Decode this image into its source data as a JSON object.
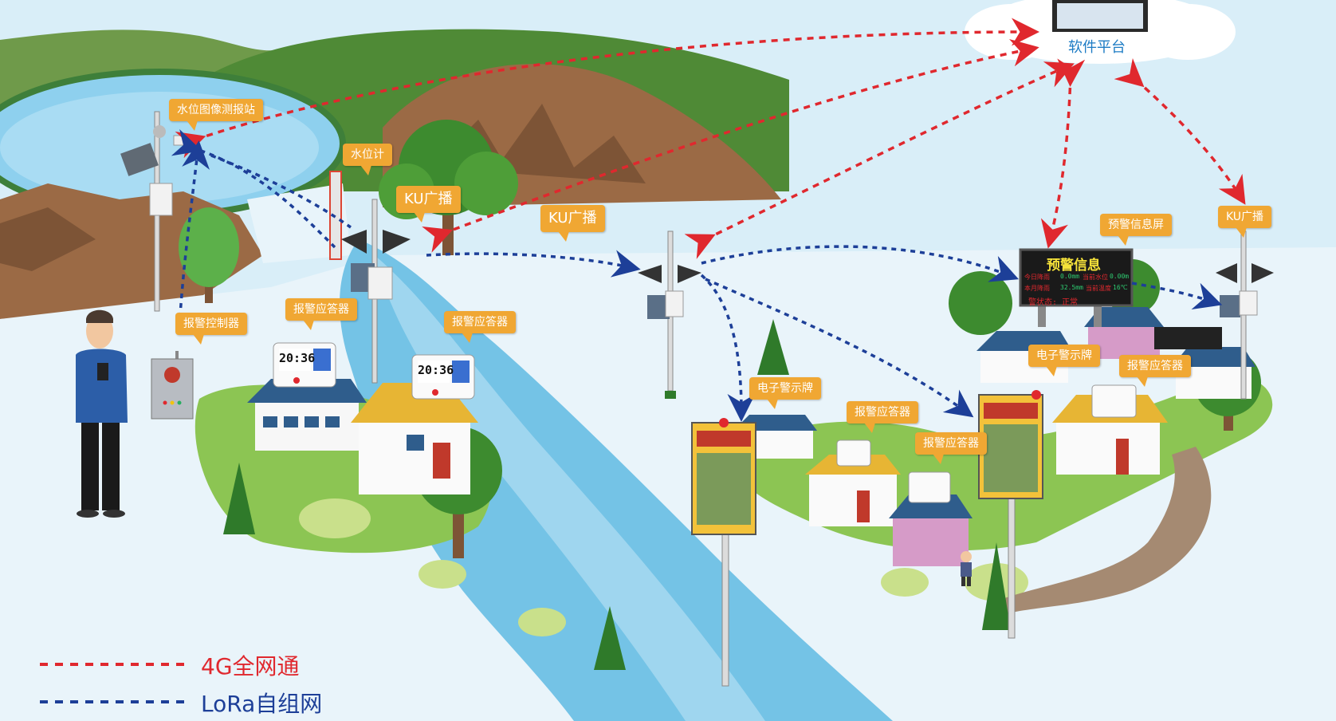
{
  "colors": {
    "sky": "#d9eef8",
    "water": "#74c3e6",
    "grass": "#6fb54a",
    "hill": "#5a8c3a",
    "earth": "#9a6a45",
    "callout": "#f0a733",
    "line_4g": "#e0282e",
    "line_lora": "#1d3f98"
  },
  "cloud": {
    "label": "软件平台"
  },
  "labels": {
    "water_image_station": "水位图像测报站",
    "water_level_gauge": "水位计",
    "ku_broadcast_1": "KU广播",
    "ku_broadcast_2": "KU广播",
    "ku_broadcast_3": "KU广播",
    "alarm_controller": "报警控制器",
    "alarm_responder_1": "报警应答器",
    "alarm_responder_2": "报警应答器",
    "alarm_responder_3": "报警应答器",
    "alarm_responder_4": "报警应答器",
    "alarm_responder_5": "报警应答器",
    "warning_screen": "预警信息屏",
    "electronic_sign_1": "电子警示牌",
    "electronic_sign_2": "电子警示牌"
  },
  "warning_panel": {
    "title": "预警信息",
    "line1_left": "今日降雨",
    "line1_mid": "0.0mm",
    "line1_right": "当前水位",
    "line1_val": "0.00m",
    "line2_left": "本月降雨",
    "line2_mid": "32.5mm",
    "line2_right": "当前温度",
    "line2_val": "16℃",
    "line3": "警状态: 正常"
  },
  "device_clock": "20:36",
  "legend": [
    {
      "label": "4G全网通",
      "color": "#e0282e"
    },
    {
      "label": "LoRa自组网",
      "color": "#1d3f98"
    }
  ]
}
